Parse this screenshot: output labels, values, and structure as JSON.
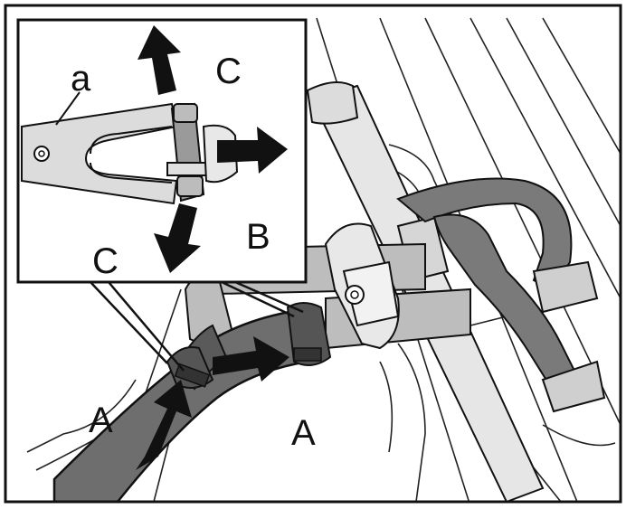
{
  "labels": {
    "a": "a",
    "inset_c_top": "C",
    "inset_b": "B",
    "inset_c_bottom": "C",
    "main_a_left": "A",
    "main_a_right": "A"
  },
  "colors": {
    "dark_hose": "#6e6e6e",
    "light_hose": "#bdbdbd",
    "clamp": "#555555",
    "arrow": "#111111",
    "line": "#111111",
    "background": "#ffffff"
  }
}
